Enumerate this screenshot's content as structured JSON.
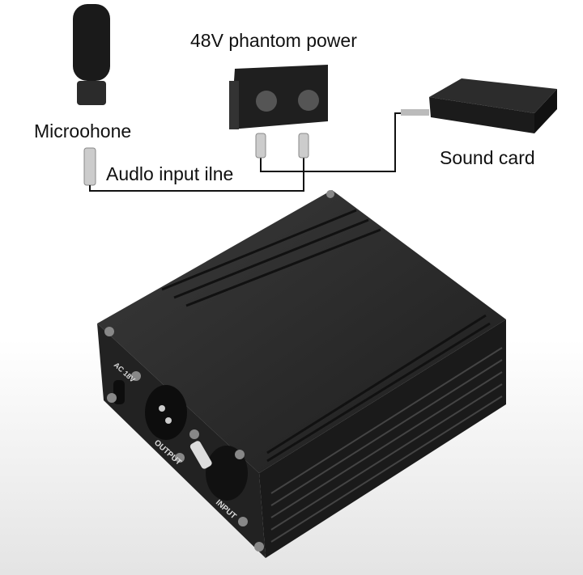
{
  "labels": {
    "phantom_power": "48V phantom power",
    "microphone": "Microohone",
    "sound_card": "Sound card",
    "audio_line": "Audlo input ilne"
  },
  "device": {
    "power_jack": "AC 18V",
    "output": "OUTPUT",
    "input": "INPUT"
  },
  "colors": {
    "device": "#2a2a2a",
    "cable": "#111111",
    "background": "#ffffff"
  }
}
